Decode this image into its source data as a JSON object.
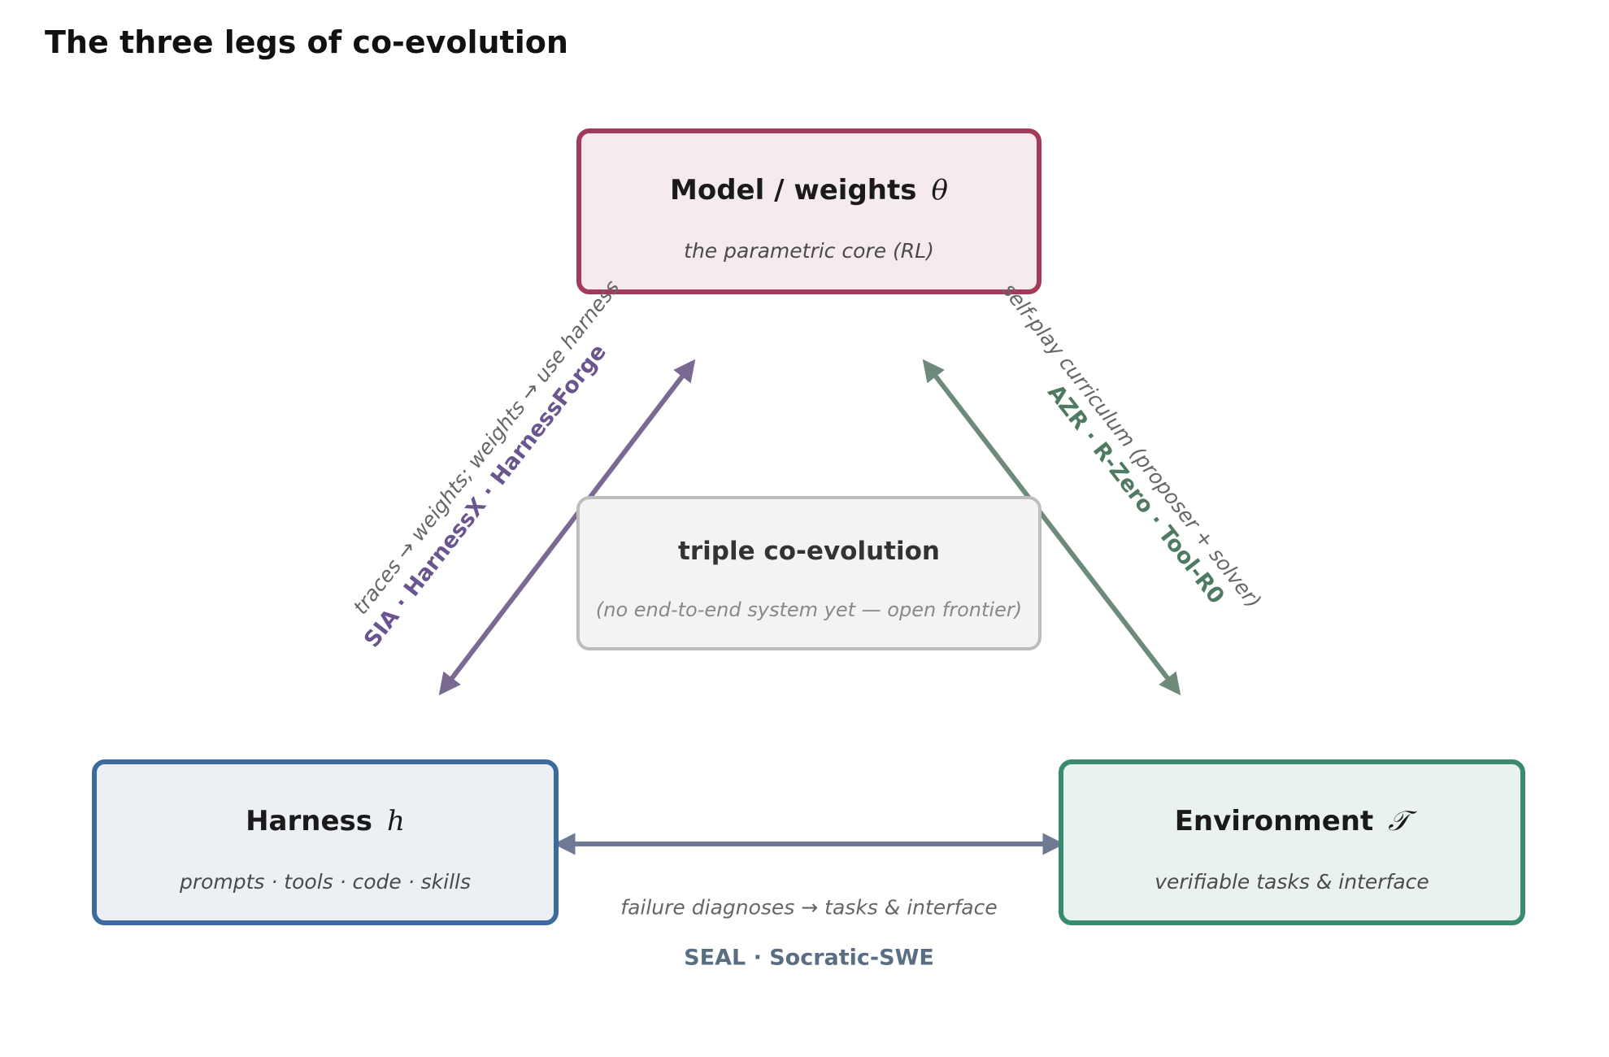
{
  "title": "The three legs of co-evolution",
  "nodes": {
    "model": {
      "label": "Model / weights",
      "symbol": "θ",
      "subtitle": "the parametric core (RL)"
    },
    "harness": {
      "label": "Harness",
      "symbol": "h",
      "subtitle": "prompts · tools · code · skills"
    },
    "environment": {
      "label": "Environment",
      "symbol": "𝒯",
      "subtitle": "verifiable tasks & interface"
    },
    "core": {
      "label": "triple co-evolution",
      "subtitle": "(no end-to-end system yet — open frontier)"
    }
  },
  "edges": {
    "harness_model": {
      "description": "traces → weights; weights → use harness",
      "systems": "SIA · HarnessX · HarnessForge"
    },
    "model_environment": {
      "description": "self-play curriculum (proposer + solver)",
      "systems": "AZR · R-Zero · Tool-R0"
    },
    "harness_environment": {
      "description": "failure diagnoses → tasks & interface",
      "systems": "SEAL · Socratic-SWE"
    }
  },
  "colors": {
    "model_border": "#a23b5a",
    "model_fill": "#f5ebee",
    "harness_border": "#3d6a9e",
    "harness_fill": "#ecf0f4",
    "environment_border": "#3a8a6e",
    "environment_fill": "#eaf2ee",
    "core_border": "#bdbdbd",
    "core_fill": "#f3f3f3",
    "arrow_harness_model": "#7a6a92",
    "arrow_model_environment": "#6e8a7a",
    "arrow_harness_environment": "#6e7a94",
    "text_harness_model_systems": "#6a5590",
    "text_model_environment_systems": "#4e7a62",
    "text_harness_environment_systems": "#5a6e82"
  }
}
